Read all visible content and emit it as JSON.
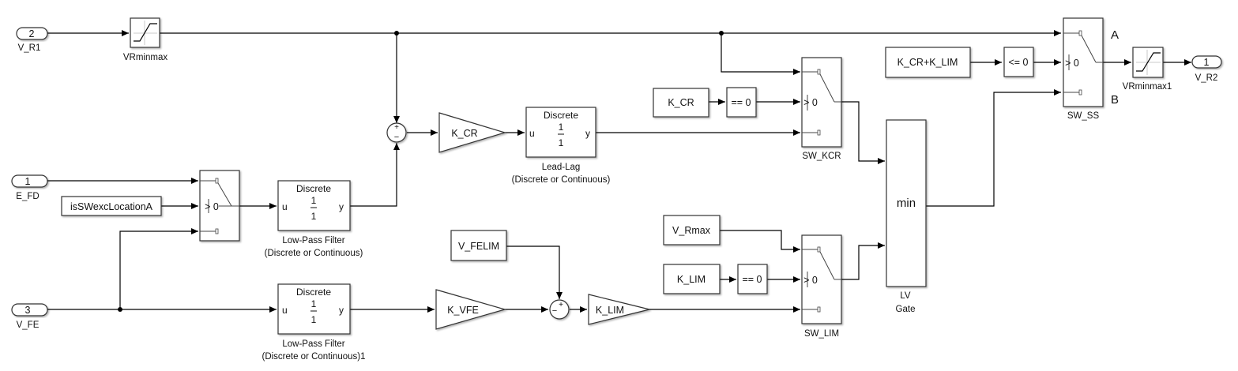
{
  "diagram": {
    "type": "simulink-block-diagram",
    "inports": [
      {
        "id": "v_r1",
        "number": "2",
        "name": "V_R1"
      },
      {
        "id": "e_fd",
        "number": "1",
        "name": "E_FD"
      },
      {
        "id": "v_fe",
        "number": "3",
        "name": "V_FE"
      }
    ],
    "outports": [
      {
        "id": "v_r2",
        "number": "1",
        "name": "V_R2"
      }
    ],
    "saturations": [
      {
        "id": "vrminmax",
        "name": "VRminmax"
      },
      {
        "id": "vrminmax1",
        "name": "VRminmax1"
      }
    ],
    "constants": {
      "isswexc": "isSWexcLocationA",
      "k_cr": "K_CR",
      "v_felim": "V_FELIM",
      "v_rmax": "V_Rmax",
      "k_lim": "K_LIM",
      "k_cr_k_lim": "K_CR+K_LIM"
    },
    "compare": {
      "kcr_eq": "== 0",
      "klim_eq": "== 0",
      "sum_le": "<= 0"
    },
    "gains": {
      "k_cr": "K_CR",
      "k_vfe": "K_VFE",
      "k_lim": "K_LIM"
    },
    "filters": {
      "lpf1": {
        "header": "Discrete",
        "num": "1",
        "den": "1",
        "in_port": "u",
        "out_port": "y",
        "name_line1": "Low-Pass Filter",
        "name_line2": "(Discrete or Continuous)"
      },
      "lpf2": {
        "header": "Discrete",
        "num": "1",
        "den": "1",
        "in_port": "u",
        "out_port": "y",
        "name_line1": "Low-Pass Filter",
        "name_line2": "(Discrete or Continuous)1"
      },
      "leadlag": {
        "header": "Discrete",
        "num": "1",
        "den": "1",
        "in_port": "u",
        "out_port": "y",
        "name_line1": "Lead-Lag",
        "name_line2": "(Discrete or Continuous)"
      }
    },
    "sums": {
      "sum1": {
        "top": "+",
        "bottom": "−"
      },
      "sum2": {
        "top": "+",
        "left": "−"
      }
    },
    "switches": {
      "sw_exc": {
        "name": "",
        "criterion": "> 0"
      },
      "sw_kcr": {
        "name": "SW_KCR",
        "criterion": "> 0"
      },
      "sw_lim": {
        "name": "SW_LIM",
        "criterion": "> 0"
      },
      "sw_ss": {
        "name": "SW_SS",
        "criterion": "> 0",
        "label_a": "A",
        "label_b": "B"
      }
    },
    "minmax": {
      "op": "min",
      "name_line1": "LV",
      "name_line2": "Gate"
    }
  }
}
